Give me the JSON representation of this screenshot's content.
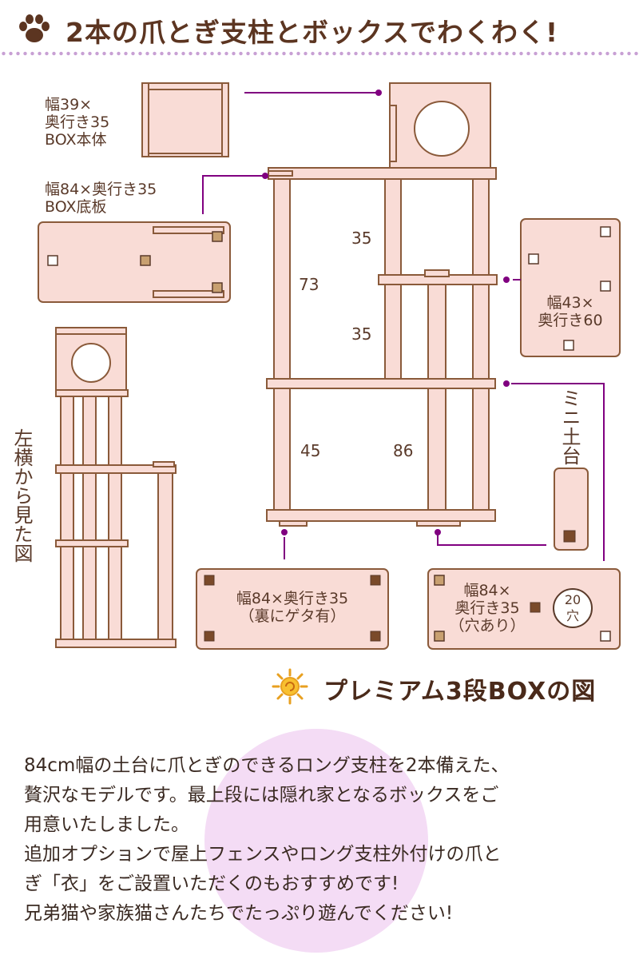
{
  "header": {
    "title": "2本の爪とぎ支柱とボックスでわくわく!"
  },
  "parts": {
    "box_body": "幅39×\n奥行き35\nBOX本体",
    "box_bottom": "幅84×奥行き35\nBOX底板",
    "middle_board": "幅43×\n奥行き60",
    "mini_base": "ミニ土台",
    "base_board": "幅84×奥行き35\n（裏にゲタ有）",
    "top_board": "幅84×\n奥行き35\n（穴あり）",
    "hole_badge": "20\n穴"
  },
  "side_view_label": "左横から見た図",
  "dimensions": {
    "d35_top": "35",
    "d73": "73",
    "d35_mid": "35",
    "d45": "45",
    "d86": "86"
  },
  "caption": "プレミアム3段BOXの図",
  "description": [
    "84cm幅の土台に爪とぎのできるロング支柱を2本備えた、",
    "贅沢なモデルです。最上段には隠れ家となるボックスをご",
    "用意いたしました。",
    "追加オプションで屋上フェンスやロング支柱外付けの爪と",
    "ぎ「衣」をご設置いただくのもおすすめです!",
    "兄弟猫や家族猫さんたちでたっぷり遊んでください!"
  ],
  "colors": {
    "wood_fill": "#f9dcd6",
    "wood_stroke": "#8a5a3a",
    "brown_dark": "#5c3521",
    "accent_line": "#800080",
    "hole_square": "#c8a070",
    "dots": "#c8a0d4",
    "highlight": "#f4dcf5"
  }
}
